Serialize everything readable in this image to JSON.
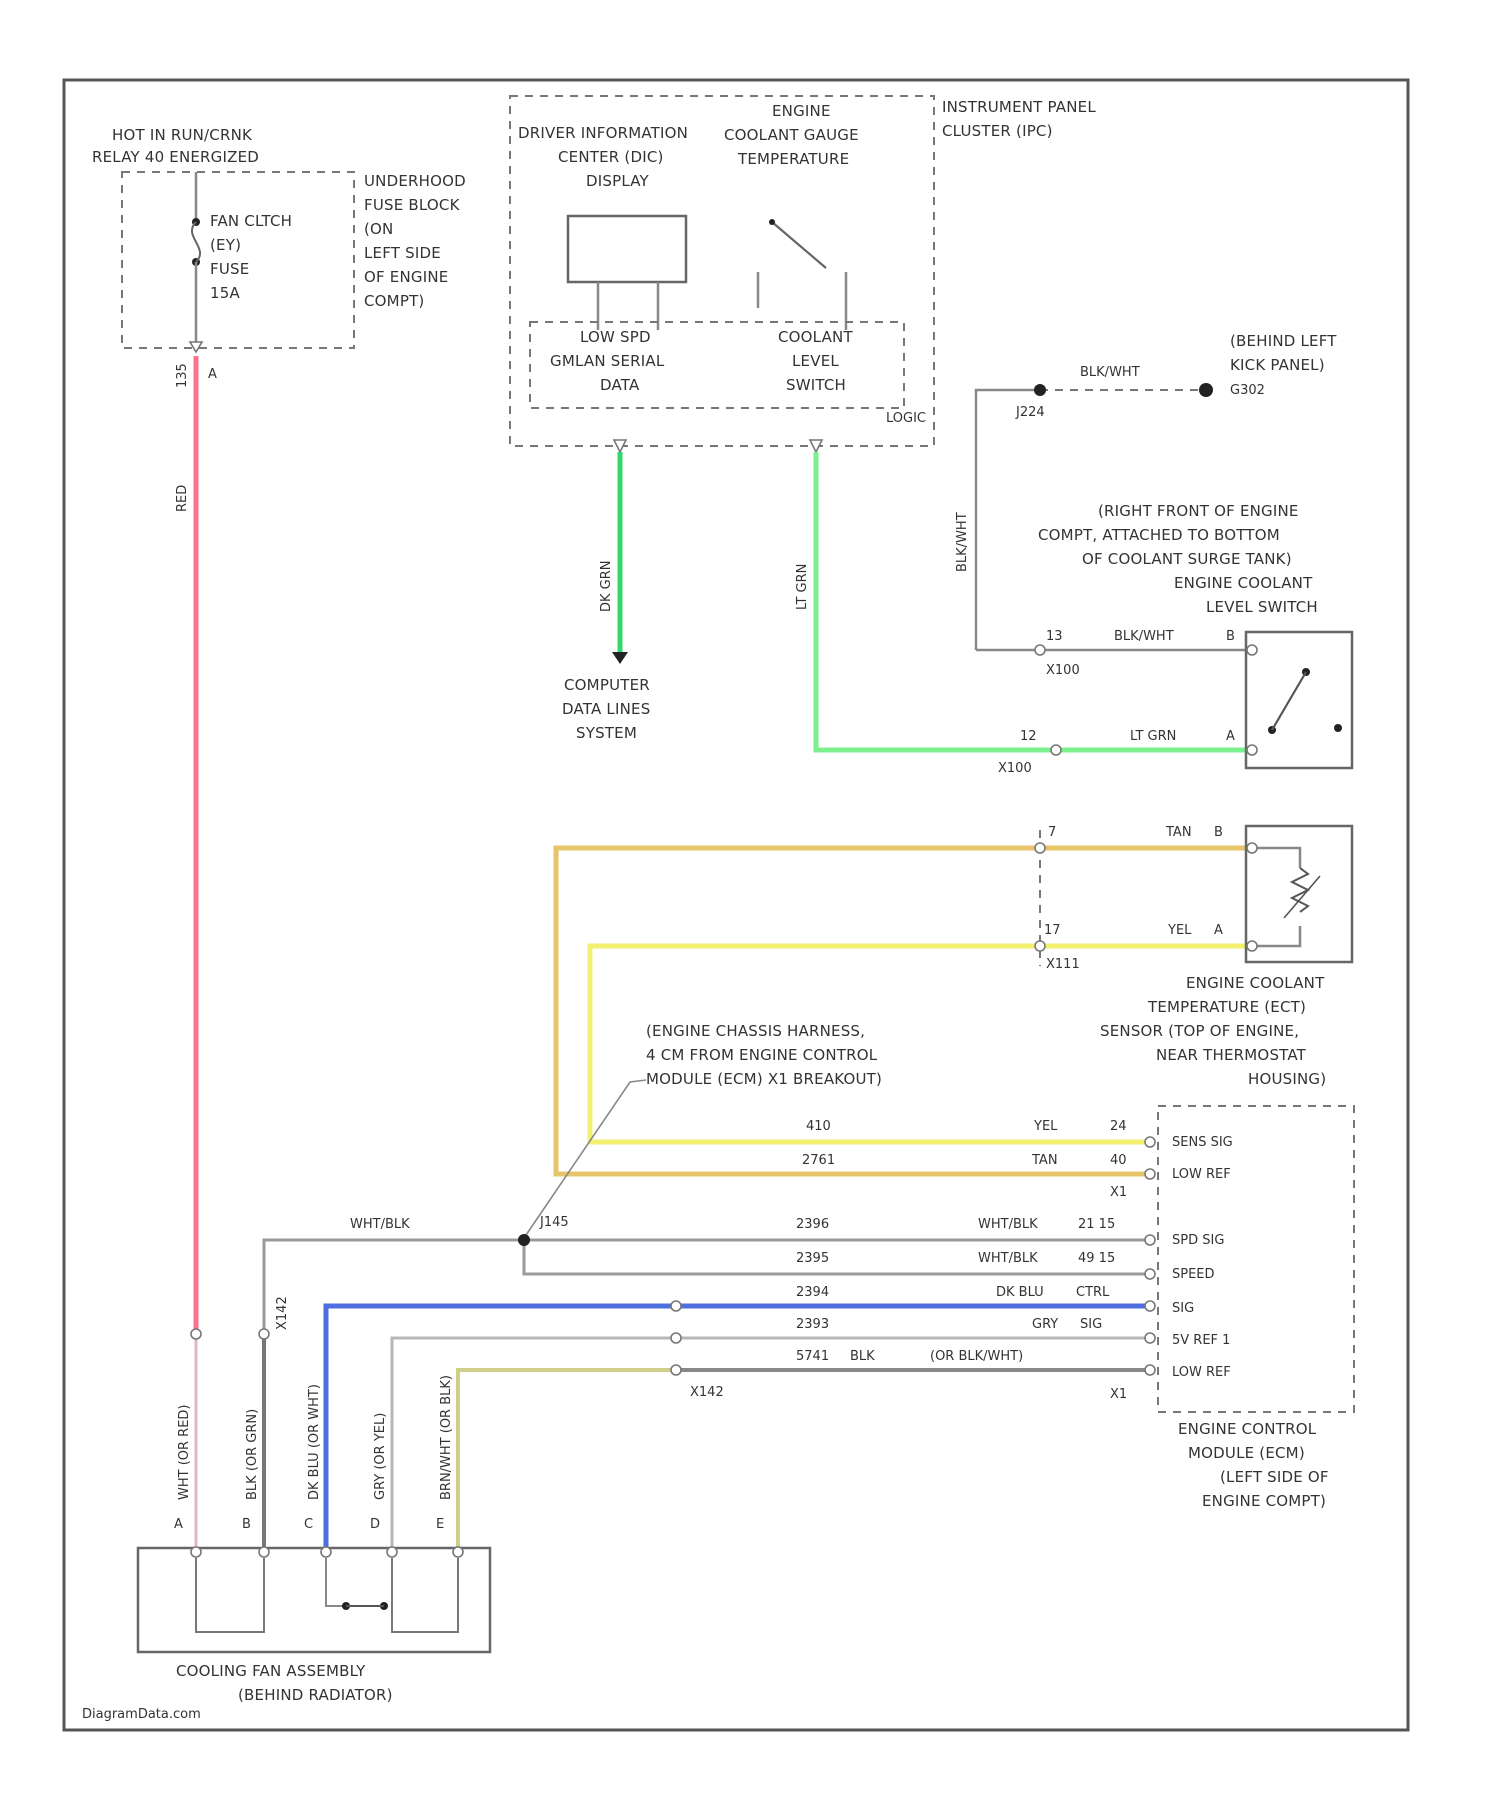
{
  "fuse_block": {
    "source": [
      "HOT IN RUN/CRNK",
      "RELAY 40 ENERGIZED"
    ],
    "fuse": [
      "FAN CLTCH",
      "(EY)",
      "FUSE",
      "15A"
    ],
    "name": [
      "UNDERHOOD",
      "FUSE BLOCK",
      "(ON",
      "LEFT SIDE",
      "OF ENGINE",
      "COMPT)"
    ],
    "pin": "A",
    "ckt": "135"
  },
  "ipc": {
    "name": [
      "INSTRUMENT PANEL",
      "CLUSTER (IPC)"
    ],
    "dic": [
      "DRIVER INFORMATION",
      "CENTER (DIC)",
      "DISPLAY"
    ],
    "gauge": [
      "ENGINE",
      "COOLANT GAUGE",
      "TEMPERATURE"
    ],
    "gmlan": [
      "LOW SPD",
      "GMLAN SERIAL",
      "DATA"
    ],
    "switch": [
      "COOLANT",
      "LEVEL",
      "SWITCH"
    ],
    "logic": "LOGIC"
  },
  "ground": {
    "wire": "BLK/WHT",
    "splice": "J224",
    "loc": [
      "(BEHIND LEFT",
      "KICK PANEL)"
    ],
    "id": "G302"
  },
  "computer_data": [
    "COMPUTER",
    "DATA LINES",
    "SYSTEM"
  ],
  "coolant_switch": {
    "name": [
      "(RIGHT FRONT OF ENGINE",
      "COMPT, ATTACHED TO BOTTOM",
      "OF COOLANT SURGE TANK)",
      "ENGINE COOLANT",
      "LEVEL SWITCH"
    ],
    "b_pin": "13",
    "b_wire": "BLK/WHT",
    "b_term": "B",
    "a_pin": "12",
    "a_wire": "LT GRN",
    "a_term": "A",
    "conn": "X100"
  },
  "ect_sensor": {
    "b_pin": "7",
    "b_wire": "TAN",
    "b_term": "B",
    "a_pin": "17",
    "a_wire": "YEL",
    "a_term": "A",
    "conn": "X111",
    "name": [
      "ENGINE COOLANT",
      "TEMPERATURE (ECT)",
      "SENSOR (TOP OF ENGINE,",
      "NEAR THERMOSTAT",
      "HOUSING)"
    ]
  },
  "harness_note": [
    "(ENGINE CHASSIS HARNESS,",
    "4 CM FROM ENGINE CONTROL",
    "MODULE (ECM) X1 BREAKOUT)"
  ],
  "ecm": {
    "name": [
      "ENGINE CONTROL",
      "MODULE (ECM)",
      "(LEFT SIDE OF",
      "ENGINE COMPT)"
    ],
    "rows": [
      {
        "ckt": "410",
        "wire": "YEL",
        "pin": "24",
        "signal": "SENS SIG"
      },
      {
        "ckt": "2761",
        "wire": "TAN",
        "pin": "40",
        "signal": "LOW REF"
      },
      {
        "ckt": "2396",
        "wire": "WHT/BLK",
        "pin": "21 15",
        "signal": "SPD SIG"
      },
      {
        "ckt": "2395",
        "wire": "WHT/BLK",
        "pin": "49 15",
        "signal": "SPEED"
      },
      {
        "ckt": "2394",
        "wire": "DK BLU",
        "pin": "CTRL",
        "signal": "SIG"
      },
      {
        "ckt": "2393",
        "wire": "GRY",
        "pin": "SIG",
        "signal": "5V REF 1"
      },
      {
        "ckt": "5741",
        "wire": "BLK",
        "pin": "(OR BLK/WHT)",
        "signal": "LOW REF"
      }
    ],
    "x1a": "X1",
    "x1b": "X1"
  },
  "splice_j145": "J145",
  "conn_x142": "X142",
  "wht_blk_label": "WHT/BLK",
  "fan_wires": [
    "WHT (OR RED)",
    "BLK (OR GRN)",
    "DK BLU (OR WHT)",
    "GRY (OR YEL)",
    "BRN/WHT (OR BLK)"
  ],
  "fan_pins": [
    "A",
    "B",
    "C",
    "D",
    "E"
  ],
  "fan_assembly": [
    "COOLING FAN ASSEMBLY",
    "(BEHIND RADIATOR)"
  ],
  "red_wire": "RED",
  "ckt_label_dkgrn": "DK GRN",
  "ckt_label_ltgrn": "LT GRN",
  "ckt_label_blkwht": "BLK/WHT",
  "watermark": "DiagramData.com",
  "wire_colors": {
    "red": "#ff6f8e",
    "dk_grn": "#33d66a",
    "lt_grn": "#7df08e",
    "tan": "#e7c46a",
    "yel": "#f3f070",
    "blu": "#4d6fe0",
    "gray": "#9a9a9a",
    "olive": "#cfcf8a"
  }
}
